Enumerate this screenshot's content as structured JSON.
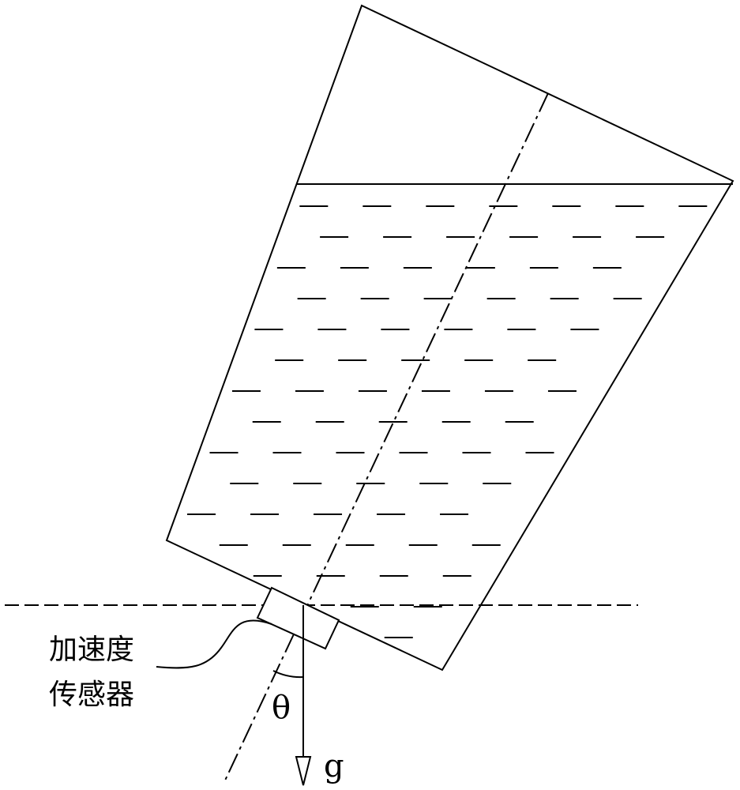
{
  "labels": {
    "sensor_line1": "加速度",
    "sensor_line2": "传感器",
    "angle_symbol": "θ",
    "gravity_symbol": "g"
  },
  "colors": {
    "line": "#000000",
    "background": "#ffffff"
  }
}
